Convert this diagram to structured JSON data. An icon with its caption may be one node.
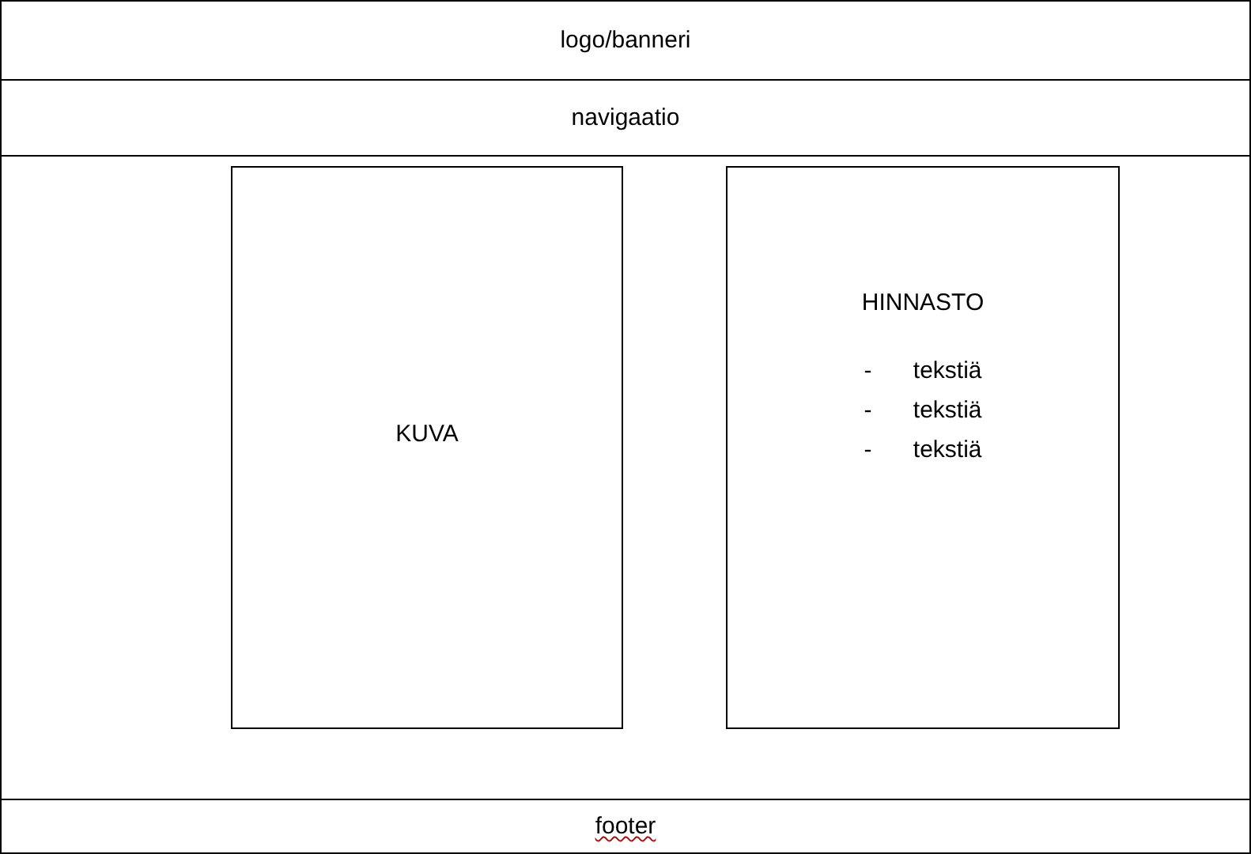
{
  "diagram": {
    "nodes": [
      {
        "text": [
          "logo/banneri"
        ]
      },
      {
        "text": [
          "navigaatio"
        ]
      },
      {
        "text": [],
        "shape": "box"
      },
      {
        "text": [
          "KUVA"
        ],
        "in": 2
      },
      {
        "text": [
          "HINNASTO",
          "- tekstiä",
          "- tekstiä",
          "- tekstiä"
        ],
        "in": 2
      },
      {
        "text": [
          "footer"
        ]
      }
    ]
  }
}
